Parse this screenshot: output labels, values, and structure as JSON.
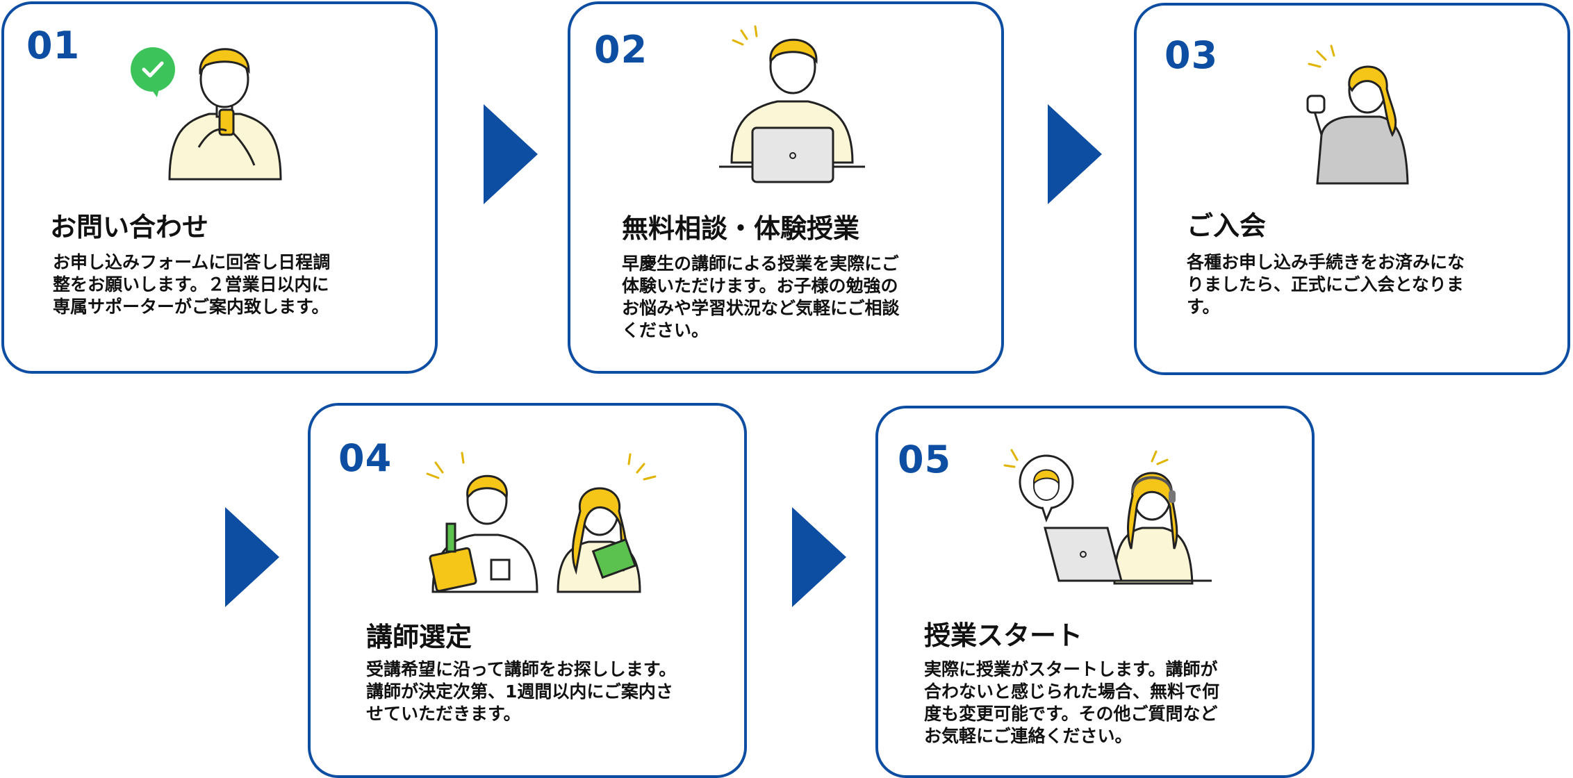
{
  "colors": {
    "accent": "#0d4ea2",
    "highlight": "#f5c518",
    "check": "#3cc45a",
    "book_green": "#5cc24f"
  },
  "steps": [
    {
      "number": "01",
      "title": "お問い合わせ",
      "description": "お申し込みフォームに回答し日程調\n整をお願いします。２営業日以内に\n専属サポーターがご案内致します。",
      "illustration": "man-with-phone-icon"
    },
    {
      "number": "02",
      "title": "無料相談・体験授業",
      "description": "早慶生の講師による授業を実際にご\n体験いただけます。お子様の勉強の\nお悩みや学習状況など気軽にご相談\nください。",
      "illustration": "man-with-laptop-icon"
    },
    {
      "number": "03",
      "title": "ご入会",
      "description": "各種お申し込み手続きをお済みにな\nりましたら、正式にご入会となりま\nす。",
      "illustration": "woman-fist-pump-icon"
    },
    {
      "number": "04",
      "title": "講師選定",
      "description": "受講希望に沿って講師をお探しします。\n講師が決定次第、1週間以内にご案内さ\nせていただきます。",
      "illustration": "teachers-with-books-icon"
    },
    {
      "number": "05",
      "title": "授業スタート",
      "description": "実際に授業がスタートします。講師が\n合わないと感じられた場合、無料で何\n度も変更可能です。その他ご質問など\nお気軽にご連絡ください。",
      "illustration": "online-lesson-icon"
    }
  ]
}
